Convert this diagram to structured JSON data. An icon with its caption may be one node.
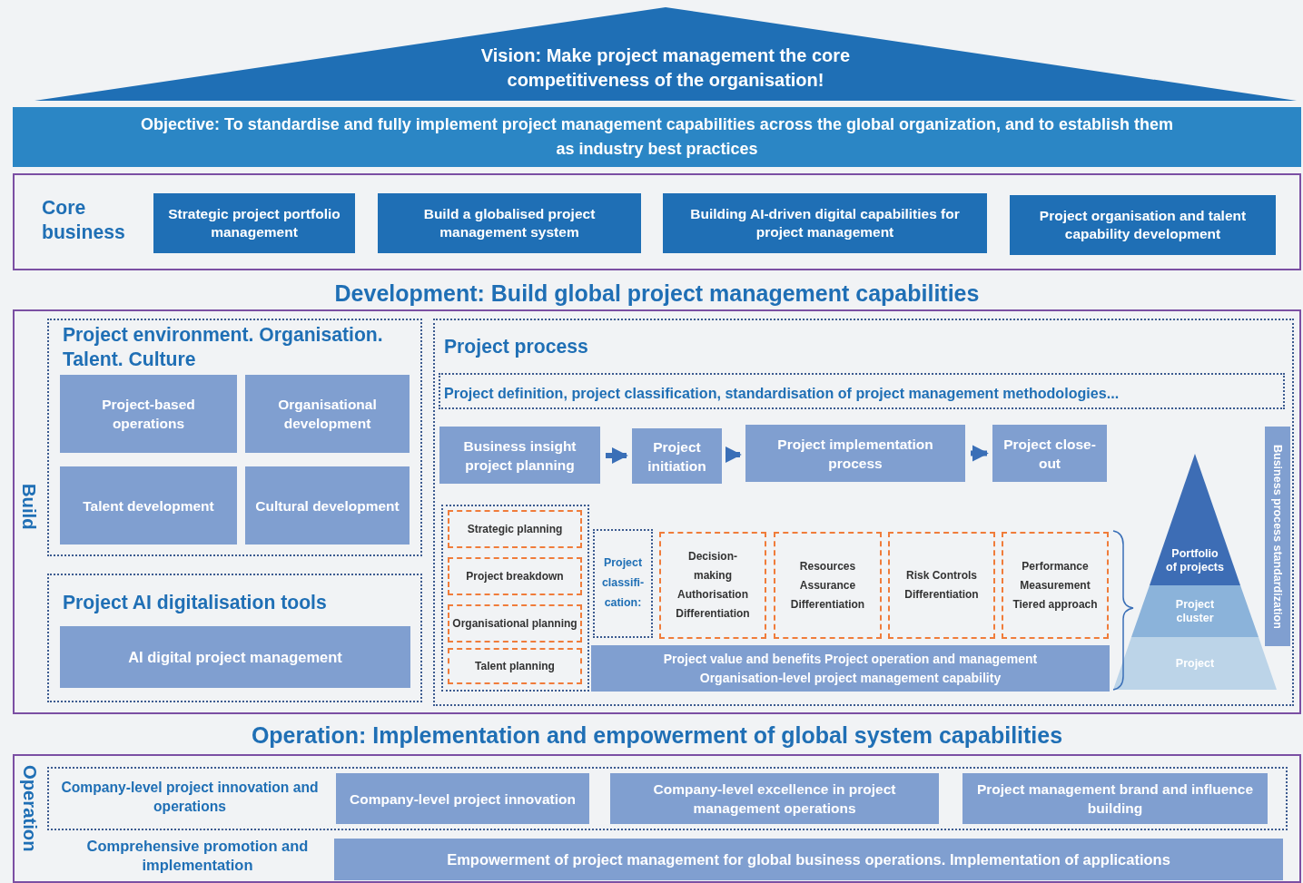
{
  "diagram": {
    "nodes": [
      {
        "text": [
          "Vision: Make project management the core competitiveness of the organisation!"
        ]
      },
      {
        "text": [
          "Objective: To standardise and fully implement project management capabilities across the global organization, and to establish them as industry best practices"
        ]
      },
      {
        "text": [
          "Core business"
        ]
      },
      {
        "text": [
          "Strategic project portfolio management"
        ],
        "in": 2
      },
      {
        "text": [
          "Build a globalised project management system"
        ],
        "in": 2
      },
      {
        "text": [
          "Building AI-driven digital capabilities for project management"
        ],
        "in": 2
      },
      {
        "text": [
          "Project organisation and talent capability development"
        ],
        "in": 2
      },
      {
        "text": [
          "Build"
        ]
      },
      {
        "text": [
          "Project environment. Organisation. Talent. Culture"
        ],
        "in": 7
      },
      {
        "text": [
          "Project-based operations"
        ],
        "in": 8
      },
      {
        "text": [
          "Organisational development"
        ],
        "in": 8
      },
      {
        "text": [
          "Talent development"
        ],
        "in": 8
      },
      {
        "text": [
          "Cultural development"
        ],
        "in": 8
      },
      {
        "text": [
          "Project AI digitalisation tools"
        ],
        "in": 7
      },
      {
        "text": [
          "AI digital project management"
        ],
        "in": 13
      },
      {
        "text": [
          "Project process"
        ],
        "in": 7
      },
      {
        "text": [
          "Project definition, project classification, standardisation of project management methodologies..."
        ],
        "in": 15
      },
      {
        "text": [
          "Business insight project planning"
        ],
        "in": 15
      },
      {
        "text": [
          "Project initiation"
        ],
        "in": 15
      },
      {
        "text": [
          "Project implementation process"
        ],
        "in": 15
      },
      {
        "text": [
          "Project close-out"
        ],
        "in": 15
      },
      {
        "text": [],
        "shape": "box",
        "in": 15
      },
      {
        "text": [
          "Strategic planning"
        ],
        "in": 21
      },
      {
        "text": [
          "Project breakdown"
        ],
        "in": 21
      },
      {
        "text": [
          "Organisational planning"
        ],
        "in": 21
      },
      {
        "text": [
          "Talent planning"
        ],
        "in": 21
      },
      {
        "text": [
          "Project classifi- cation:"
        ],
        "in": 15
      },
      {
        "text": [
          "Decision-making Authorisation Differentiation"
        ],
        "in": 15
      },
      {
        "text": [
          "Resources Assurance Differentiation"
        ],
        "in": 15
      },
      {
        "text": [
          "Risk Controls Differentiation"
        ],
        "in": 15
      },
      {
        "text": [
          "Performance Measurement Tiered approach"
        ],
        "in": 15
      },
      {
        "text": [
          "Project value and benefits Project operation and management Organisation-level project management capability"
        ],
        "in": 15
      },
      {
        "text": [
          "Portfolio of projects"
        ],
        "in": 15
      },
      {
        "text": [
          "Project cluster"
        ],
        "in": 15
      },
      {
        "text": [
          "Project"
        ],
        "in": 15
      },
      {
        "text": [
          "Business process standardization"
        ],
        "in": 15
      },
      {
        "text": [
          "Operation"
        ]
      },
      {
        "text": [
          "Company-level project innovation and operations"
        ],
        "in": 36
      },
      {
        "text": [
          "Company-level project innovation"
        ],
        "in": 37
      },
      {
        "text": [
          "Company-level excellence in project management operations"
        ],
        "in": 37
      },
      {
        "text": [
          "Project management brand and influence building"
        ],
        "in": 37
      },
      {
        "text": [
          "Empowerment of project management for global business operations. Implementation of applications"
        ],
        "in": 36
      }
    ],
    "edges": [
      {
        "from": 17,
        "to": 18,
        "arrow": "to"
      },
      {
        "from": 18,
        "to": 19,
        "arrow": "to"
      },
      {
        "from": 19,
        "to": 20,
        "arrow": "to"
      }
    ],
    "labels": [
      "Development: Build global project management capabilities",
      "Operation: Implementation and empowerment of global system capabilities",
      "Comprehensive promotion and implementation"
    ]
  }
}
